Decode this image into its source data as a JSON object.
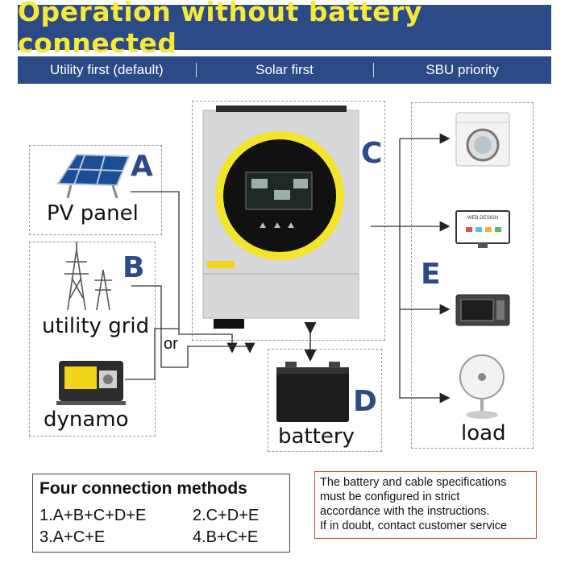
{
  "header": {
    "title": "Operation without battery connected",
    "modes": [
      "Utility first (default)",
      "Solar first",
      "SBU priority"
    ]
  },
  "components": {
    "pv": {
      "letter": "A",
      "label": "PV panel"
    },
    "grid": {
      "letter": "B",
      "label": "utility grid"
    },
    "dynamo": {
      "label": "dynamo"
    },
    "or_label": "or",
    "inverter": {
      "letter": "C"
    },
    "battery": {
      "letter": "D",
      "label": "battery"
    },
    "loads": {
      "letter": "E",
      "label": "load",
      "monitor_text": "WEB DESIGN"
    }
  },
  "methods": {
    "title": "Four connection methods",
    "items": [
      "1.A+B+C+D+E",
      "2.C+D+E",
      "3.A+C+E",
      "4.B+C+E"
    ]
  },
  "note": {
    "lines": [
      "The battery and cable specifications",
      "must be configured in strict",
      "accordance with the instructions.",
      "If in doubt, contact customer service"
    ]
  },
  "colors": {
    "banner": "#2b4a86",
    "title_text": "#f7e93a",
    "note_border": "#c9483b",
    "ring": "#f3e52a"
  }
}
